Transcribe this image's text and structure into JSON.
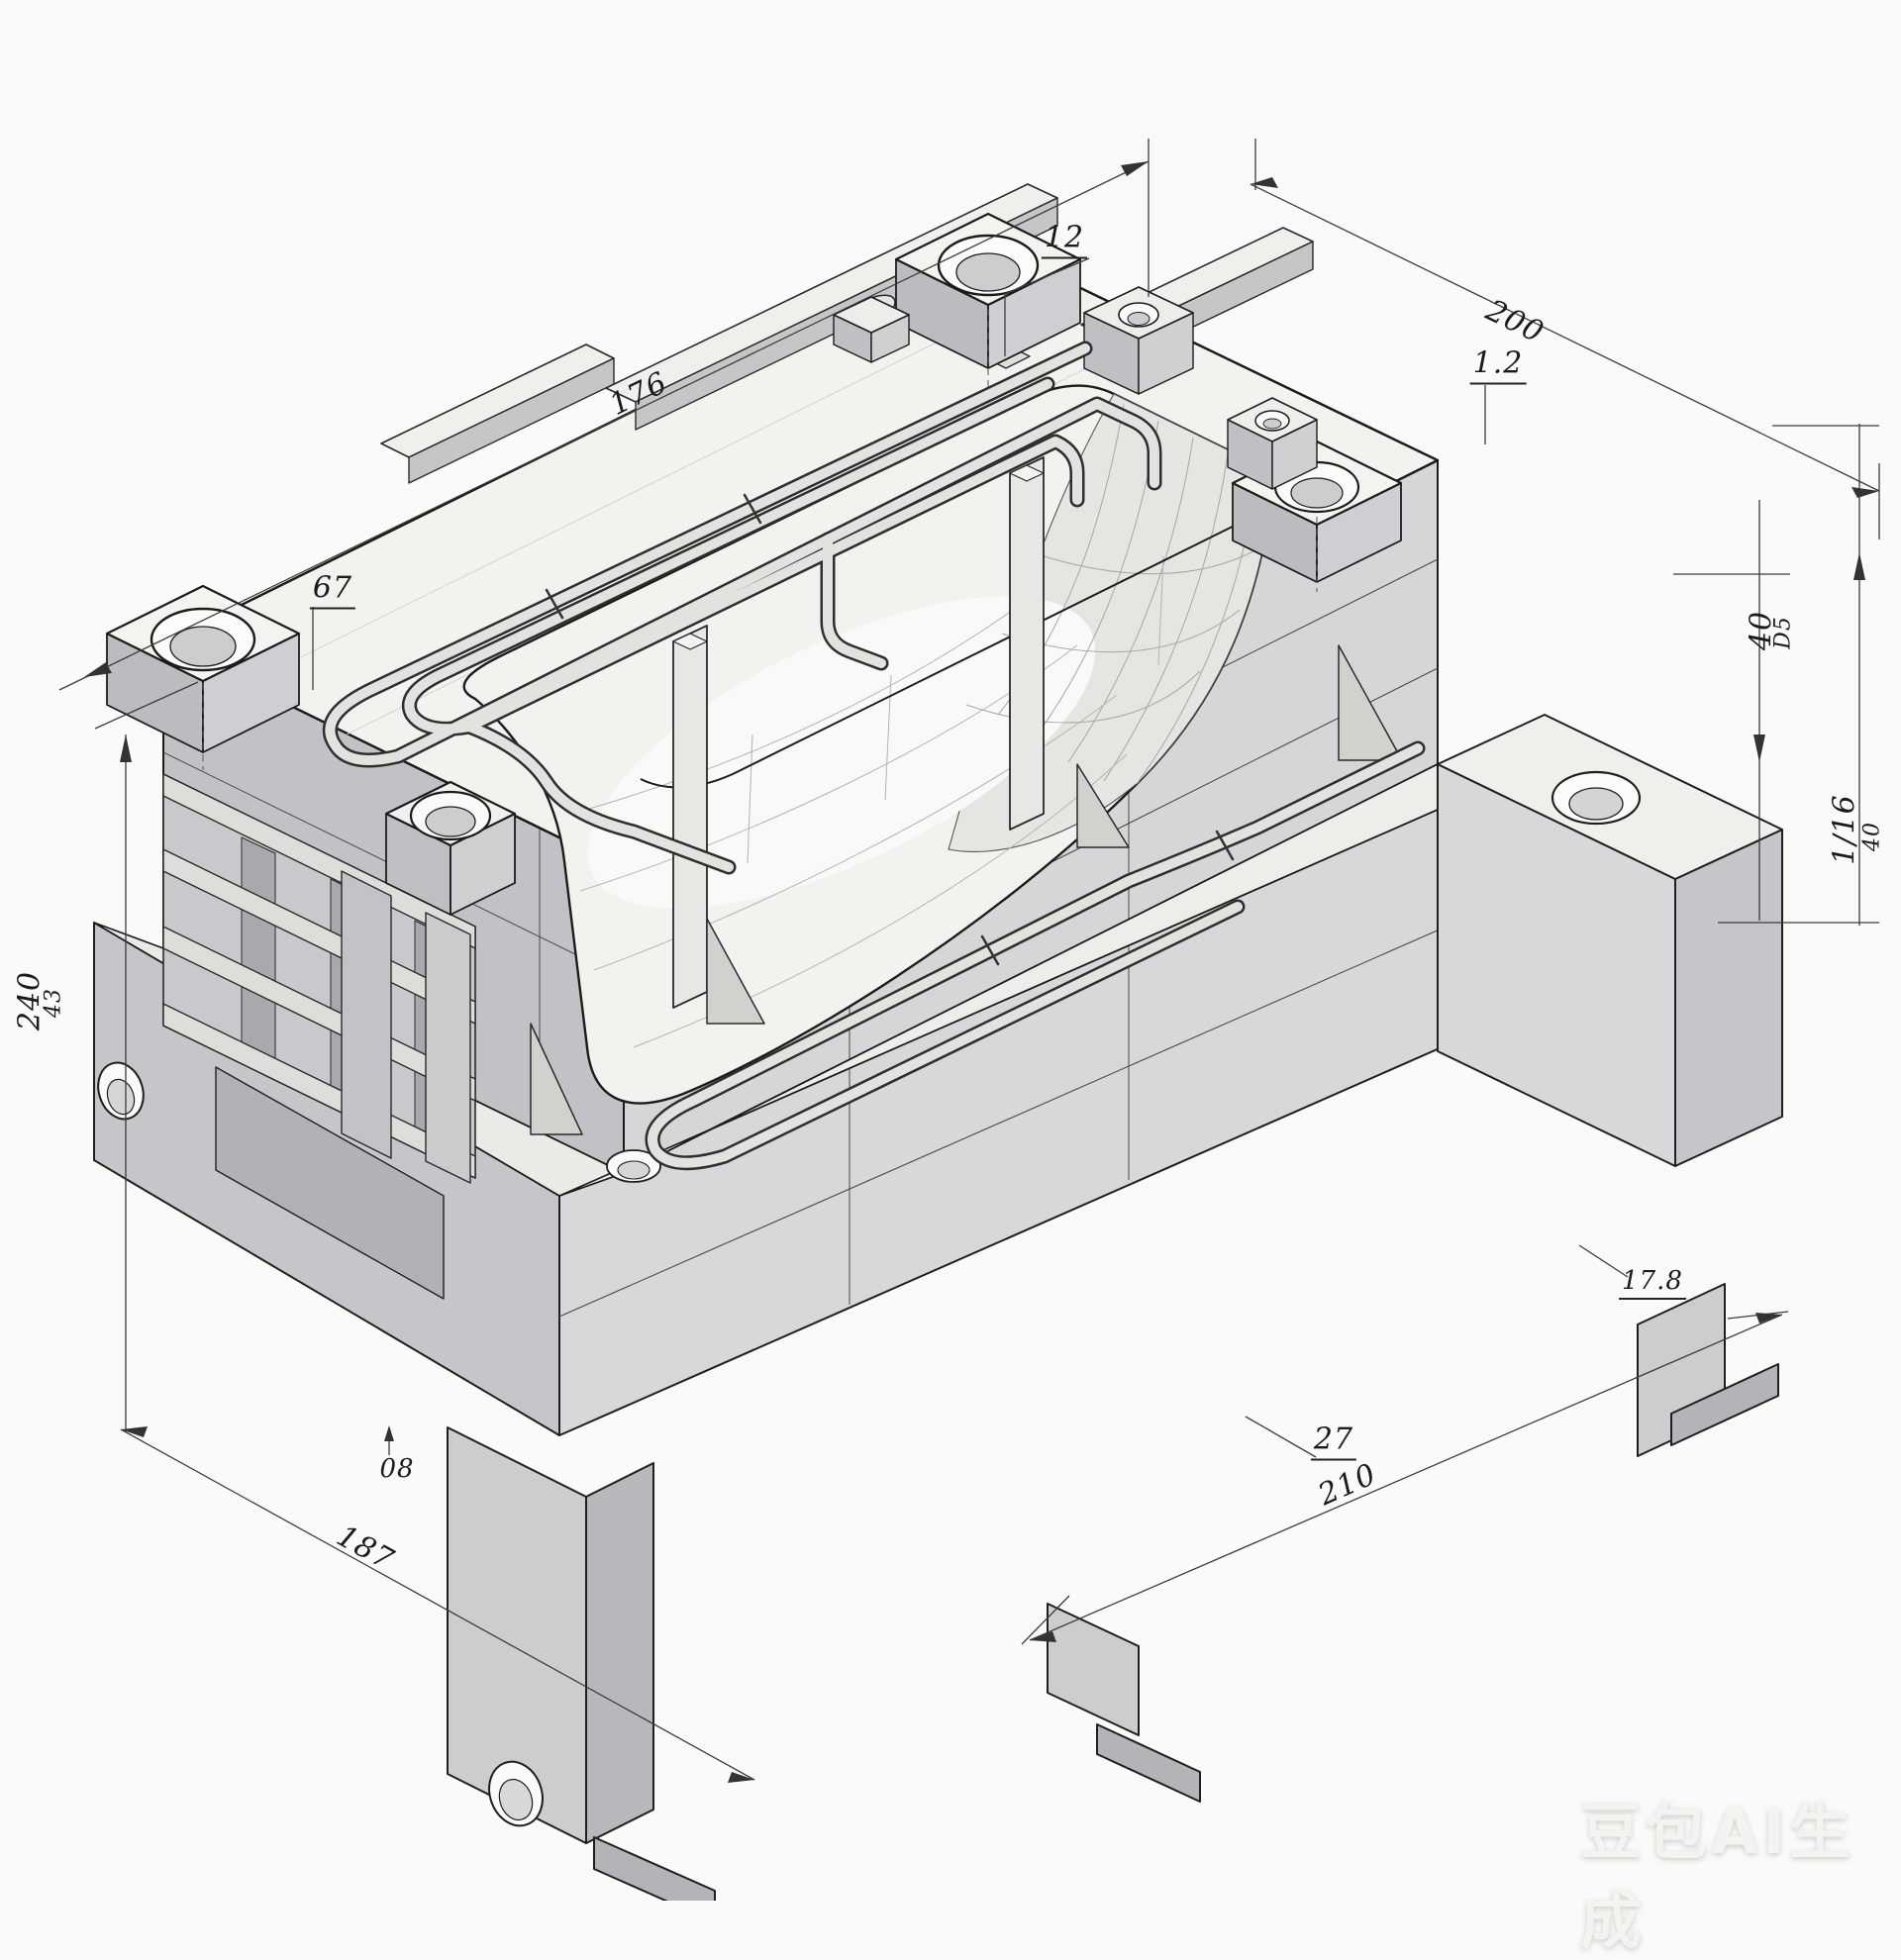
{
  "page": {
    "background": "#fbfaf8"
  },
  "drawing": {
    "subject": "Isometric CAD drawing of an injection mold base with tub-shaped cavity and cooling pipes",
    "style": {
      "line_color": "#222222",
      "face_light": "#f3f2ef",
      "face_mid": "#d6d6d9",
      "face_dark": "#c2c2c6",
      "cavity_fill": "#f4f2ef",
      "background": "#fbfaf8"
    },
    "dimension_labels": {
      "slot_width": "12",
      "upper_left_length": "176",
      "left_leader": "67",
      "upper_right_length": "200",
      "upper_right_leader": "1.2",
      "right_upper_height": "40",
      "right_upper_height_alt": "D5",
      "right_lower_height": "1/16",
      "right_lower_height_alt": "40",
      "left_height": "240",
      "left_height_alt": "43",
      "bottom_left_leader": "08",
      "bottom_left_length": "187",
      "bottom_right_leader": "27",
      "bottom_right_length": "210",
      "bottom_right_offset": "17.8"
    }
  },
  "watermark": {
    "text": "豆包AI生成"
  }
}
